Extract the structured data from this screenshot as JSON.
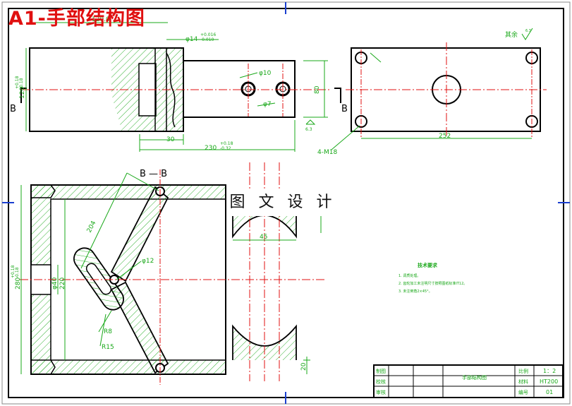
{
  "title": "A1-手部结构图",
  "watermark": "图 文 设 计",
  "dims": {
    "d_top_left": "120.0",
    "d_phi14": "φ14",
    "d_phi14_tol_up": "+0.016",
    "d_phi14_tol_dn": "-0.010",
    "d_phi10": "φ10",
    "d_phi7": "φ7",
    "d_30": "30",
    "d_230": "230",
    "d_230_tol_up": "+0.18",
    "d_230_tol_dn": "-0.32",
    "d_80": "80",
    "d_left_h": "120",
    "d_left_tol_up": "+0.18",
    "d_left_tol_dn": "-0.18",
    "d_252": "252",
    "d_4m18": "4-M18",
    "d_45": "45",
    "d_204": "204",
    "d_phi12": "φ12",
    "d_phi40": "φ40",
    "d_220": "220",
    "d_280": "280",
    "d_280_tol_up": "+0.18",
    "d_280_tol_dn": "-0.18",
    "d_r8": "R8",
    "d_r15": "R15",
    "d_20": "20",
    "rough_rest": "其余",
    "rough_value": "6.3",
    "rough_small": "6.3"
  },
  "section": {
    "b_left": "B",
    "b_right": "B",
    "bb_label": "B — B"
  },
  "notes": {
    "heading": "技术要求",
    "lines": [
      "1. 调质处理。",
      "2. 齿轮加工未注明尺寸按照图纸标准IT12。",
      "3. 未注倒角2×45°。"
    ]
  },
  "title_block": {
    "row1_label": "制图",
    "row2_label": "校核",
    "row3_label": "审核",
    "drawing_name": "手部结构图",
    "scale_label": "比例",
    "scale_value": "1：2",
    "material_label": "材料",
    "material_value": "HT200",
    "number_label": "编号",
    "number_value": "01"
  },
  "colors": {
    "line": "#000000",
    "center": "#e01010",
    "dim": "#1aa81a",
    "title": "#e01010",
    "frame": "#1a3fd0",
    "hatch": "#1aa81a"
  }
}
